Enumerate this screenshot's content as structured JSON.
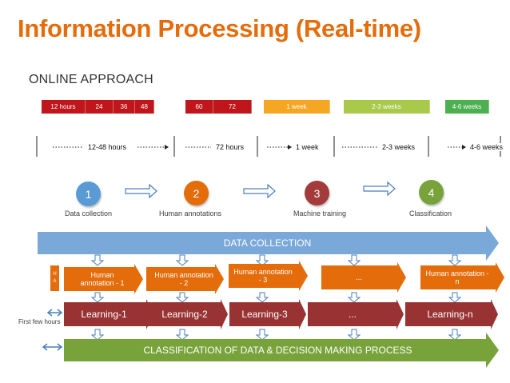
{
  "title": "Information Processing (Real-time)",
  "subtitle": "ONLINE APPROACH",
  "timeline": [
    {
      "label": "12 hours",
      "color": "#c0151b"
    },
    {
      "label": "24",
      "color": "#c0151b"
    },
    {
      "label": "36",
      "color": "#c0151b"
    },
    {
      "label": "48",
      "color": "#c0151b"
    },
    {
      "label": "60",
      "color": "#c0151b"
    },
    {
      "label": "72",
      "color": "#c0151b"
    },
    {
      "label": "1 week",
      "color": "#f5a623"
    },
    {
      "label": "2-3 weeks",
      "color": "#a8c94a"
    },
    {
      "label": "4-6 weeks",
      "color": "#4caf50"
    }
  ],
  "spans": [
    "12-48 hours",
    "72 hours",
    "1 week",
    "2-3 weeks",
    "4-6 weeks"
  ],
  "steps": [
    {
      "number": "1",
      "label": "Data collection",
      "color": "#5b9bd5"
    },
    {
      "number": "2",
      "label": "Human annotations",
      "color": "#e46c0a"
    },
    {
      "number": "3",
      "label": "Machine training",
      "color": "#a33b3b"
    },
    {
      "number": "4",
      "label": "Classification",
      "color": "#77a33a"
    }
  ],
  "data_collection": {
    "label": "DATA COLLECTION",
    "color": "#79a8d9"
  },
  "ha_label": "H\nA",
  "annotation_boxes": [
    "Human annotation - 1",
    "Human annotation - 2",
    "Human annotation - 3",
    "...",
    "Human annotation - n"
  ],
  "annotation_color": "#e46c0a",
  "learning_boxes": [
    "Learning-1",
    "Learning-2",
    "Learning-3",
    "...",
    "Learning-n"
  ],
  "learning_color": "#993333",
  "first_few_hours": "First few hours",
  "classification_bar": {
    "label": "CLASSIFICATION OF DATA & DECISION MAKING PROCESS",
    "color": "#77a33a"
  }
}
